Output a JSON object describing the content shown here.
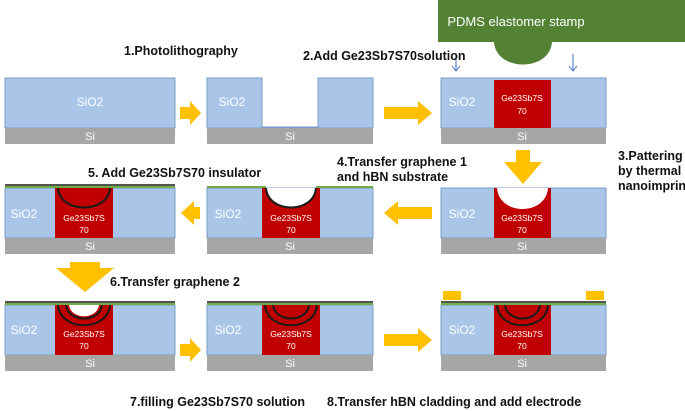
{
  "steps": {
    "s1": "1.Photolithography",
    "s2": "2.Add Ge23Sb7S70solution",
    "s3": [
      "3.Pattering",
      "by thermal",
      "nanoimprint"
    ],
    "s4": [
      "4.Transfer graphene 1",
      "and hBN substrate"
    ],
    "s5": "5. Add Ge23Sb7S70 insulator",
    "s6": "6.Transfer graphene 2",
    "s7": "7.filling Ge23Sb7S70 solution",
    "s8": "8.Transfer hBN cladding and add electrode"
  },
  "labels": {
    "sio2": "SiO2",
    "si": "Si",
    "ge_line1": "Ge23Sb7S",
    "ge_line2": "70",
    "stamp": "PDMS elastomer stamp"
  },
  "colors": {
    "sio2": "#a9c6e8",
    "sio2_border": "#7a9cc6",
    "si": "#a6a6a6",
    "material": "#c00000",
    "stamp": "#548235",
    "arrow": "#ffc000",
    "graphene": "#1a1a1a",
    "hbn": "#70ad47",
    "electrode": "#ffc000"
  }
}
